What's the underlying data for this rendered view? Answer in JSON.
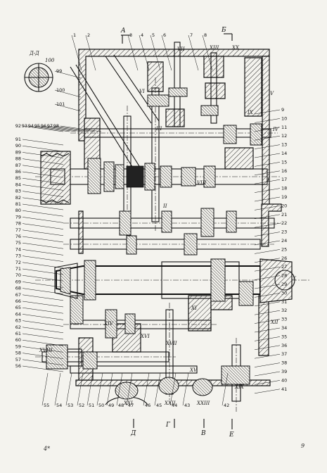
{
  "labels_top": [
    "1",
    "2",
    "3",
    "4",
    "5",
    "6",
    "7",
    "8"
  ],
  "labels_right": [
    "9",
    "10",
    "11",
    "12",
    "13",
    "14",
    "15",
    "16",
    "17",
    "18",
    "19",
    "20",
    "21",
    "22",
    "23",
    "24",
    "25",
    "26",
    "27",
    "28",
    "29",
    "30",
    "31",
    "32",
    "33",
    "34",
    "35",
    "36",
    "37",
    "38",
    "39",
    "40",
    "41"
  ],
  "labels_left": [
    "92",
    "93",
    "94",
    "95",
    "96",
    "97",
    "98",
    "91",
    "90",
    "89",
    "88",
    "87",
    "86",
    "85",
    "84",
    "83",
    "82",
    "81",
    "80",
    "79",
    "78",
    "77",
    "76",
    "75",
    "74",
    "73",
    "72",
    "71",
    "70",
    "69",
    "68",
    "67",
    "66",
    "65",
    "64",
    "63",
    "62",
    "61",
    "60",
    "59",
    "58",
    "57",
    "56"
  ],
  "labels_bottom": [
    "55",
    "54",
    "53",
    "52",
    "51",
    "50",
    "49",
    "48",
    "47",
    "46",
    "45",
    "44",
    "43",
    "42"
  ],
  "labels_upper_left": [
    "99",
    "100",
    "101"
  ],
  "sections": {
    "top_a": "A",
    "top_b": "Б",
    "bottom_d": "Д",
    "bottom_g": "Г",
    "bottom_v": "В",
    "bottom_e": "Е",
    "vii": "VII",
    "xiii": "XIII",
    "xx": "XX",
    "iii": "III",
    "ix": "IX",
    "v": "V",
    "vi": "VI",
    "xvi": "XVI",
    "xvii": "XVII",
    "xv": "XV",
    "xxi": "XXI",
    "xxii": "XXII",
    "xxiii": "XXIII",
    "ii": "II",
    "iv": "IV",
    "x": "X",
    "xi": "XI",
    "xii": "XII",
    "viii": "VIII",
    "xiv": "XIV",
    "xviii": "XVIII",
    "xix": "XIX",
    "i": "I"
  },
  "detail_label": "Д-Д",
  "detail_num": "100",
  "footer_left": "4*",
  "footer_right": "9"
}
